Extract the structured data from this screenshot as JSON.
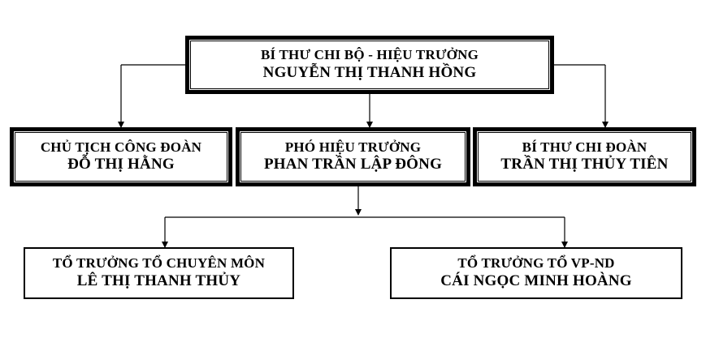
{
  "nodes": {
    "principal": {
      "role": "BÍ THƯ CHI BỘ - HIỆU TRƯỞNG",
      "name": "NGUYỄN THỊ THANH HỒNG"
    },
    "union_chair": {
      "role": "CHỦ TỊCH CÔNG ĐOÀN",
      "name": "ĐỖ THỊ HẰNG"
    },
    "vice_principal": {
      "role": "PHÓ HIỆU TRƯỞNG",
      "name": "PHAN TRẦN LẬP ĐÔNG"
    },
    "youth_secretary": {
      "role": "BÍ THƯ CHI ĐOÀN",
      "name": "TRẦN THỊ THỦY TIÊN"
    },
    "subject_head": {
      "role": "TỔ TRƯỞNG TỔ CHUYÊN MÔN",
      "name": "LÊ THỊ THANH THỦY"
    },
    "office_head": {
      "role": "TỔ TRƯỞNG TỔ VP-ND",
      "name": "CÁI NGỌC MINH HOÀNG"
    }
  },
  "colors": {
    "line": "#000000",
    "box_border": "#000000",
    "background": "#ffffff"
  }
}
